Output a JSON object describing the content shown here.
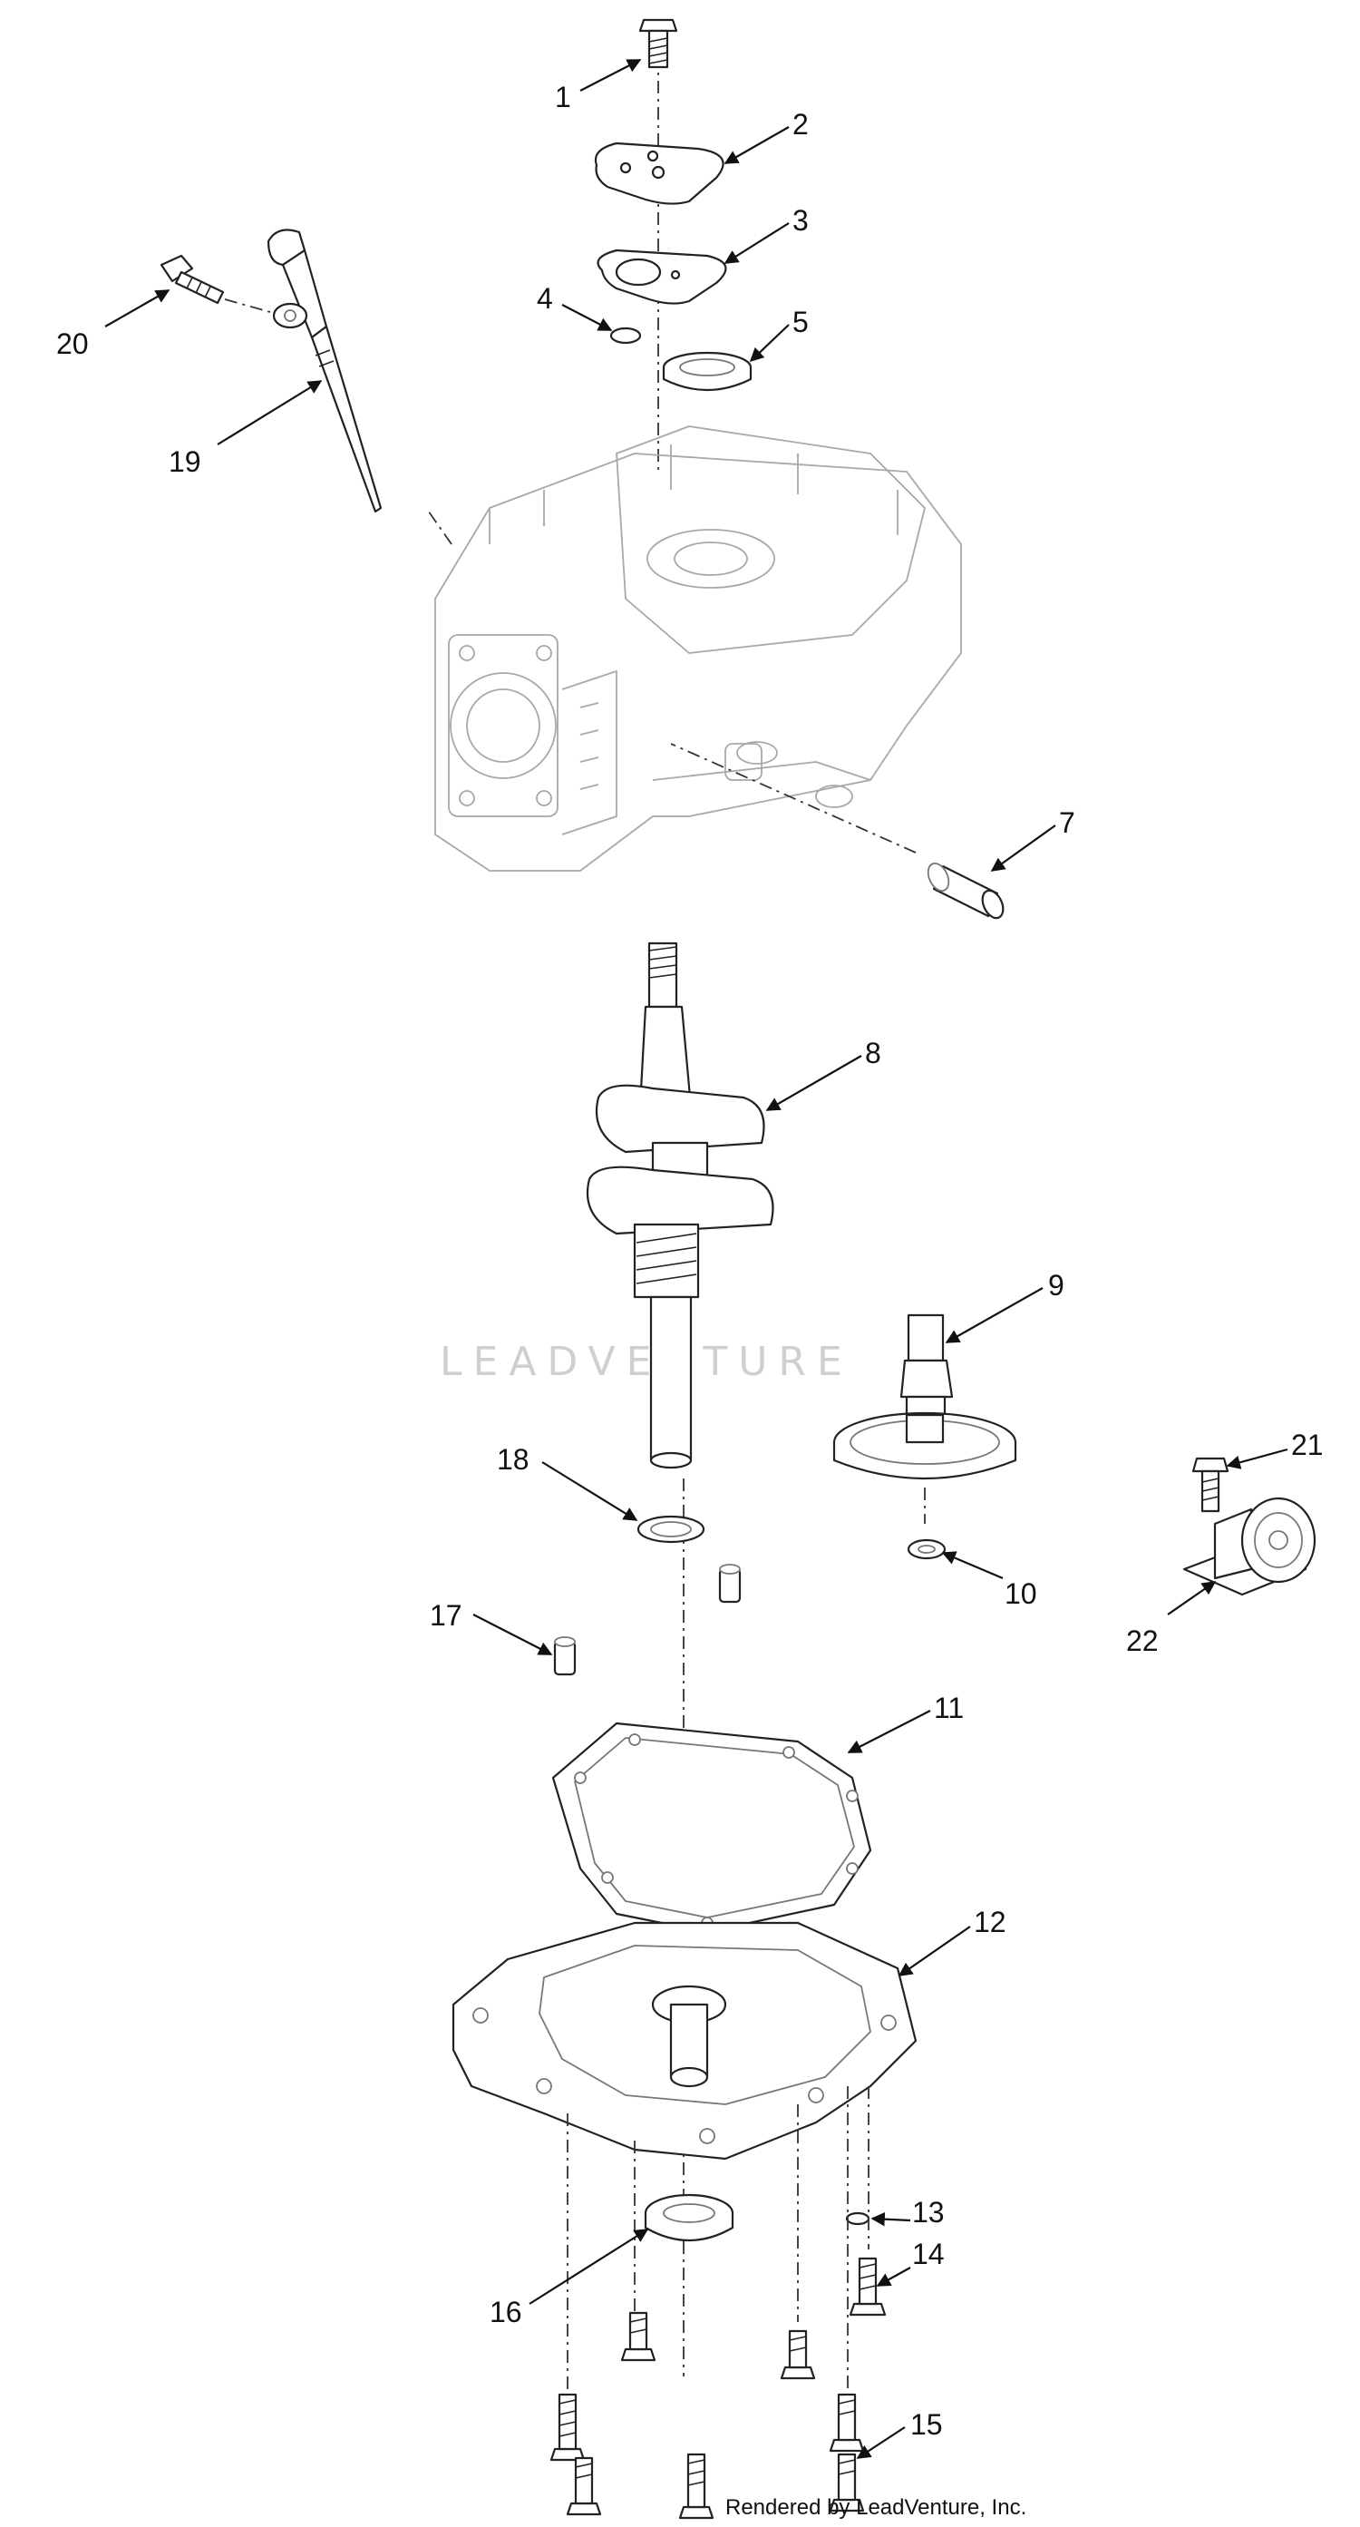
{
  "watermark": "LEADVENTURE",
  "credit": "Rendered by LeadVenture, Inc.",
  "callouts": [
    "1",
    "2",
    "3",
    "4",
    "5",
    "7",
    "8",
    "9",
    "10",
    "11",
    "12",
    "13",
    "14",
    "15",
    "16",
    "17",
    "18",
    "19",
    "20",
    "21",
    "22"
  ]
}
